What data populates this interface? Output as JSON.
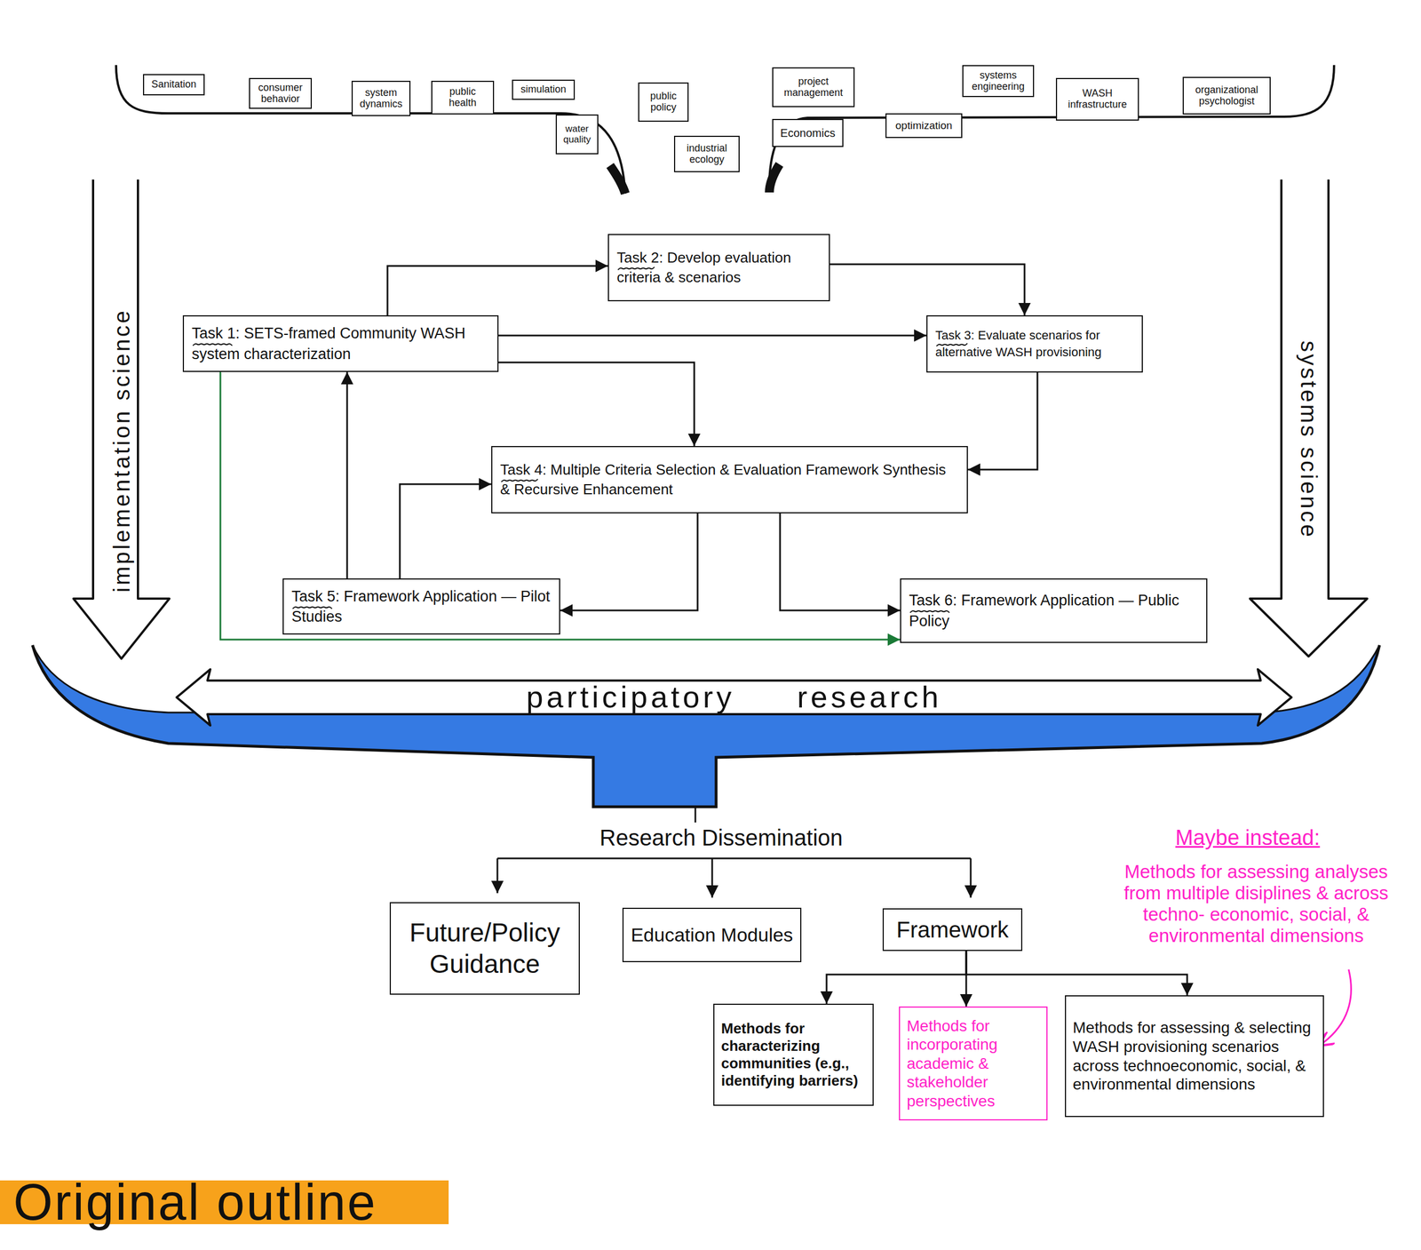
{
  "diagram": {
    "nodes": [
      {
        "text": [
          "Sanitation"
        ]
      },
      {
        "text": [
          "consumer behavior"
        ]
      },
      {
        "text": [
          "system dynamics"
        ]
      },
      {
        "text": [
          "public health"
        ]
      },
      {
        "text": [
          "simulation"
        ]
      },
      {
        "text": [
          "water quality"
        ]
      },
      {
        "text": [
          "public policy"
        ]
      },
      {
        "text": [
          "industrial ecology"
        ]
      },
      {
        "text": [
          "project management"
        ]
      },
      {
        "text": [
          "Economics"
        ]
      },
      {
        "text": [
          "optimization"
        ]
      },
      {
        "text": [
          "systems engineering"
        ]
      },
      {
        "text": [
          "WASH infrastructure"
        ]
      },
      {
        "text": [
          "organizational psychologist"
        ]
      },
      {
        "text": [
          "implementation science"
        ]
      },
      {
        "text": [
          "systems science"
        ]
      },
      {
        "text": [
          "Task 2: Develop evaluation criteria & scenarios"
        ]
      },
      {
        "text": [
          "Task 1: SETS-framed Community WASH system characterization"
        ]
      },
      {
        "text": [
          "Task 3: Evaluate scenarios for alternative WASH provisioning"
        ]
      },
      {
        "text": [
          "Task 4: Multiple Criteria Selection & Evaluation Framework Synthesis & Recursive Enhancement"
        ]
      },
      {
        "text": [
          "Task 5: Framework Application — Pilot Studies"
        ]
      },
      {
        "text": [
          "Task 6: Framework Application — Public Policy"
        ]
      },
      {
        "text": [
          "participatory research"
        ]
      },
      {
        "text": [
          "Future/Policy Guidance"
        ]
      },
      {
        "text": [
          "Education Modules"
        ]
      },
      {
        "text": [
          "Framework"
        ]
      },
      {
        "text": [
          "Methods for characterizing communities (e.g., identifying barriers)"
        ]
      },
      {
        "text": [
          "Methods for incorporating academic & stakeholder perspectives"
        ]
      },
      {
        "text": [
          "Methods for assessing & selecting WASH provisioning scenarios across technoeconomic, social, & environmental dimensions"
        ]
      },
      {
        "text": [
          "Original outline"
        ]
      }
    ],
    "edges": [
      {
        "from": 17,
        "to": 16,
        "arrow": "to"
      },
      {
        "from": 16,
        "to": 18,
        "arrow": "to"
      },
      {
        "from": 17,
        "to": 18,
        "arrow": "to"
      },
      {
        "from": 17,
        "to": 19,
        "arrow": "to"
      },
      {
        "from": 18,
        "to": 19,
        "arrow": "to"
      },
      {
        "from": 20,
        "to": 17,
        "arrow": "to"
      },
      {
        "from": 20,
        "to": 19,
        "arrow": "to"
      },
      {
        "from": 19,
        "to": 20,
        "arrow": "to"
      },
      {
        "from": 19,
        "to": 21,
        "arrow": "to"
      },
      {
        "from": 17,
        "to": 21,
        "arrow": "to"
      },
      {
        "from": 25,
        "to": 26,
        "arrow": "to"
      },
      {
        "from": 25,
        "to": 27,
        "arrow": "to"
      },
      {
        "from": 25,
        "to": 28,
        "arrow": "to"
      }
    ],
    "labels": [
      "Research Dissemination",
      "Maybe instead:",
      "Methods for assessing analyses from multiple disiplines & across techno- economic, social, & environmental dimensions"
    ]
  }
}
